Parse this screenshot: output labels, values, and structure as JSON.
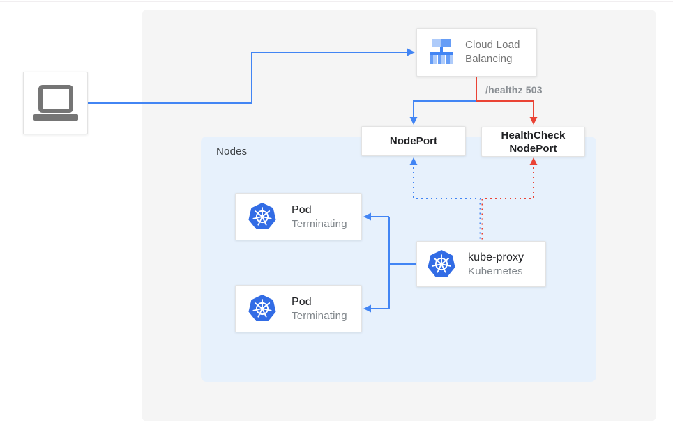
{
  "colors": {
    "line_blue": "#4285f4",
    "line_red": "#ea4335",
    "panel_gray": "#f5f5f5",
    "nodes_region_blue": "#e7f1fc",
    "kubernetes_blue": "#326ce5",
    "load_balancer_blue_light": "#aecbfa",
    "load_balancer_blue_mid": "#669df6",
    "text_dark": "#202124",
    "text_gray": "#80868b",
    "label_gray": "#8a8f94"
  },
  "diagram": {
    "client": {
      "icon": "laptop-icon"
    },
    "cloud_load_balancing": {
      "line1": "Cloud Load",
      "line2": "Balancing"
    },
    "healthz_label": "/healthz 503",
    "nodeport": {
      "label": "NodePort"
    },
    "healthcheck_nodeport": {
      "line1": "HealthCheck",
      "line2": "NodePort"
    },
    "nodes_region": {
      "label": "Nodes"
    },
    "pods": [
      {
        "title": "Pod",
        "subtitle": "Terminating"
      },
      {
        "title": "Pod",
        "subtitle": "Terminating"
      }
    ],
    "kube_proxy": {
      "title": "kube-proxy",
      "subtitle": "Kubernetes"
    }
  }
}
